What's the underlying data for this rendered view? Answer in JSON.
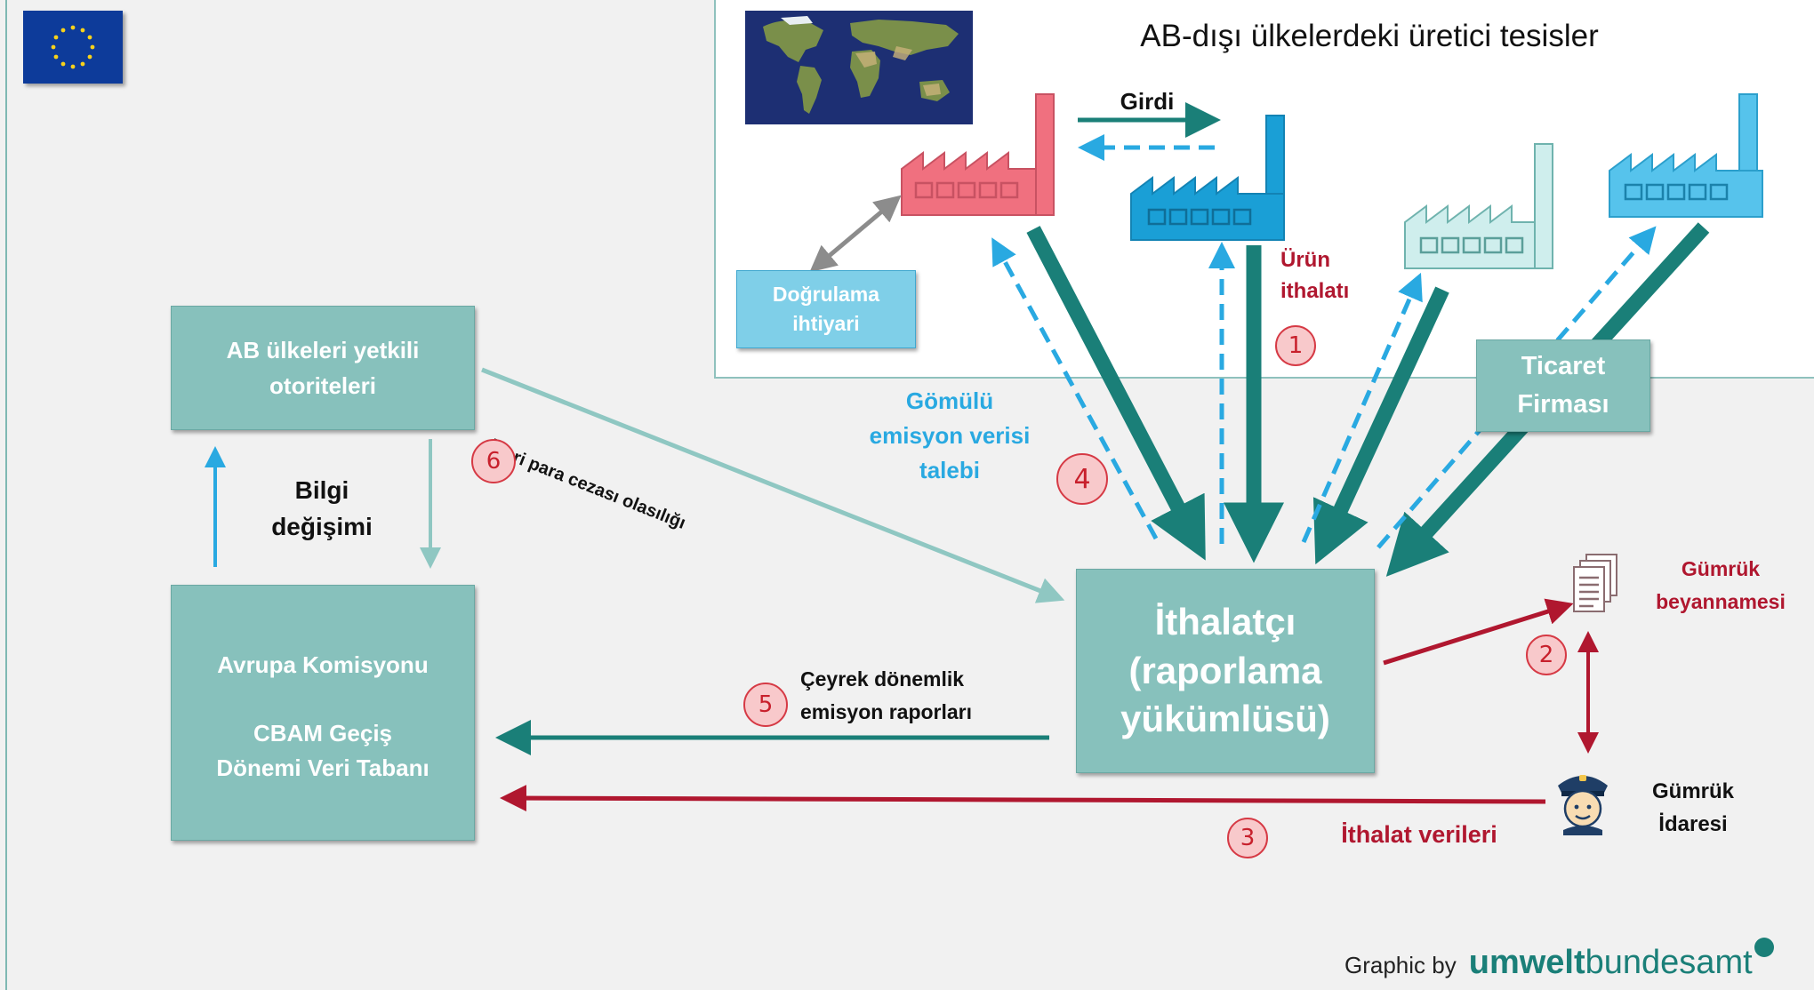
{
  "colors": {
    "teal": "#87c1bc",
    "dark_teal": "#1a7f78",
    "light_blue": "#29a9e1",
    "red": "#b0172f",
    "pink_factory": "#f0707f",
    "blue_factory": "#1a9fd6",
    "pale_factory": "#cfeeed",
    "cyan_factory": "#56c3ec",
    "badge_fill": "#f8c9cb",
    "eu_blue": "#0d3b9a",
    "eu_star": "#f7d21b"
  },
  "panel": {
    "title": "AB-dışı ülkelerdeki üretici tesisler"
  },
  "labels": {
    "girdi": "Girdi",
    "urun_ithalati": [
      "Ürün",
      "ithalatı"
    ],
    "gomulu": [
      "Gömülü",
      "emisyon verisi",
      "talebi"
    ],
    "idari_ceza": "İdari para cezası olasılığı",
    "bilgi": [
      "Bilgi",
      "değişimi"
    ],
    "ceyrek": [
      "Çeyrek dönemlik",
      "emisyon raporları"
    ],
    "ithalat_verileri": "İthalat verileri",
    "gumruk_beyannamesi": [
      "Gümrük",
      "beyannamesi"
    ],
    "gumruk_idaresi": [
      "Gümrük",
      "İdaresi"
    ]
  },
  "boxes": {
    "dogrulama": [
      "Doğrulama",
      "ihtiyari"
    ],
    "ab_otoriteleri": [
      "AB ülkeleri yetkili",
      "otoriteleri"
    ],
    "avrupa_komisyonu": [
      "Avrupa Komisyonu",
      "CBAM Geçiş",
      "Dönemi Veri Tabanı"
    ],
    "ithalatci": [
      "İthalatçı",
      "(raporlama",
      "yükümlüsü)"
    ],
    "ticaret": [
      "Ticaret",
      "Firması"
    ]
  },
  "badges": [
    "1",
    "2",
    "3",
    "4",
    "5",
    "6"
  ],
  "icons": {
    "flag": "eu-flag-icon",
    "map": "world-map-icon",
    "document": "document-stack-icon",
    "officer": "customs-officer-icon"
  },
  "credit": {
    "prefix": "Graphic by",
    "brand_bold": "umwelt",
    "brand_light": "bundesamt"
  }
}
